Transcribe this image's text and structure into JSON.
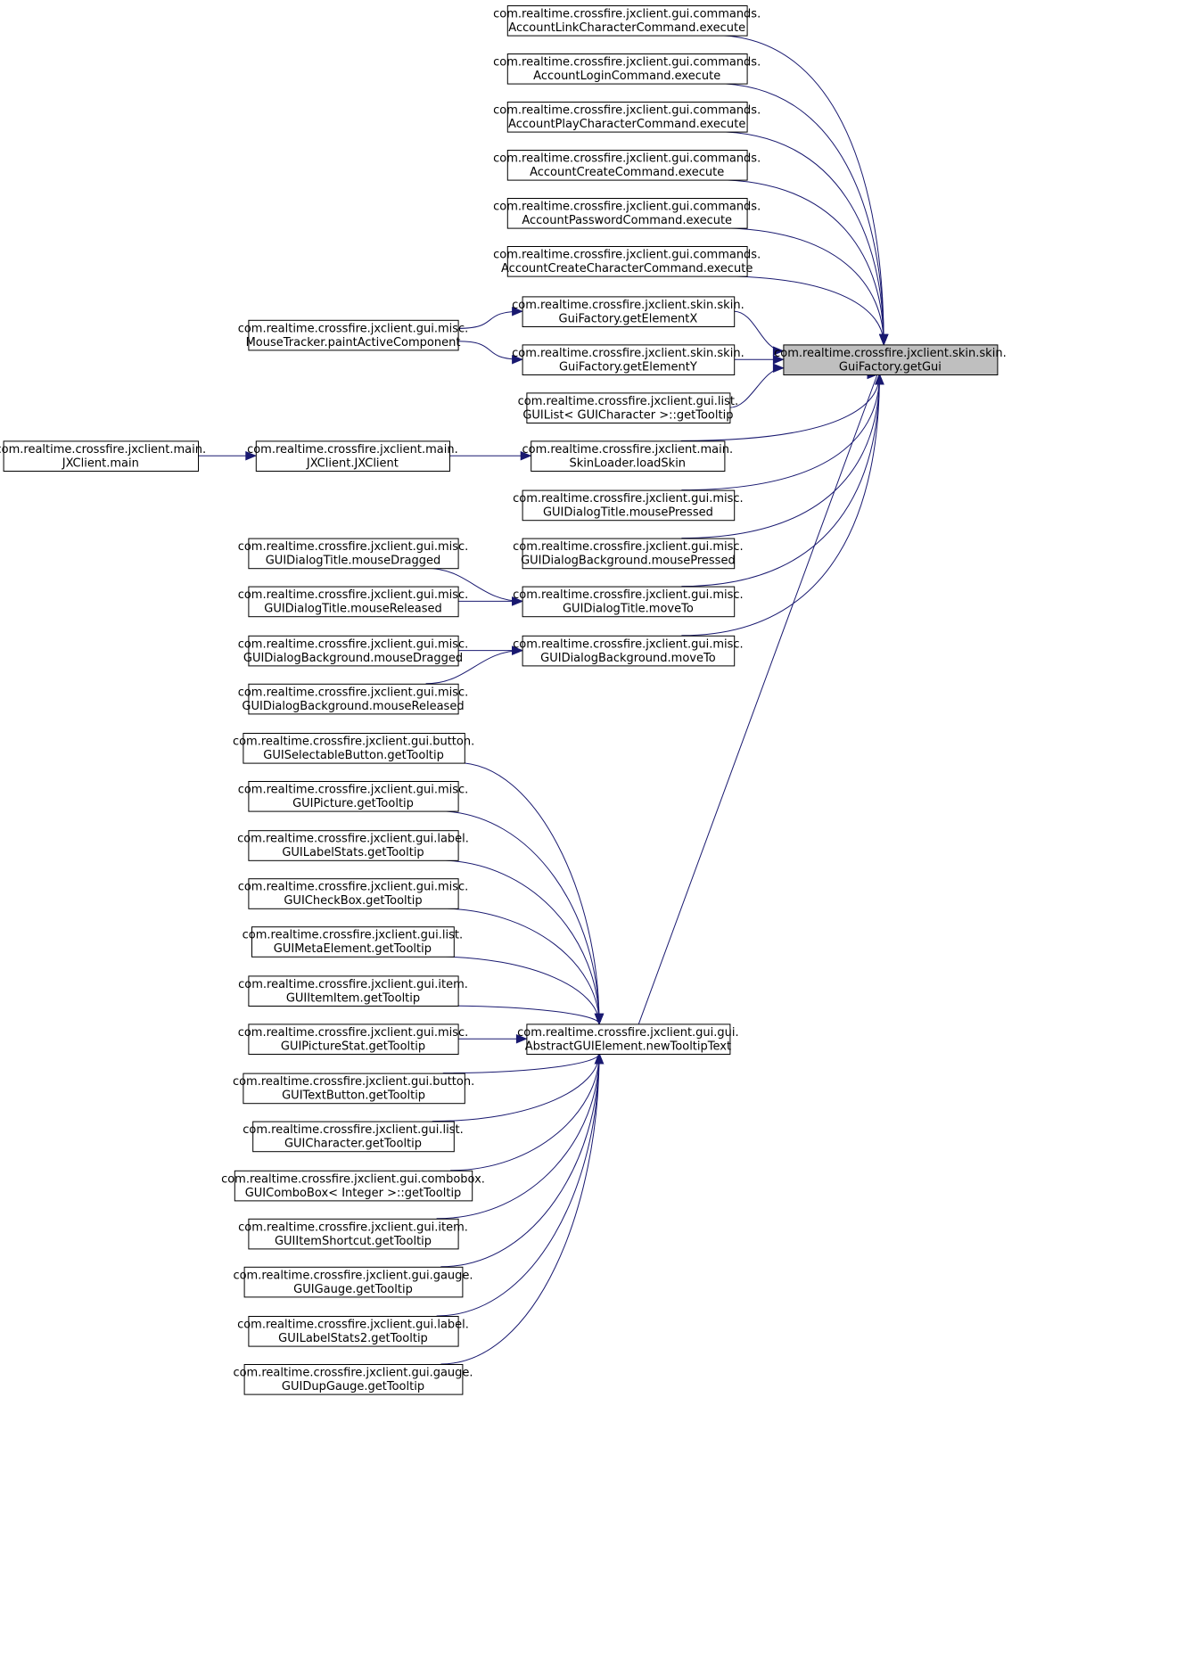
{
  "diagram": {
    "kind": "call-graph",
    "direction": "right-to-left",
    "colors": {
      "edge": "#191970",
      "node_border": "#000000",
      "node_fill": "#ffffff",
      "focus_fill": "#bfbfbf"
    },
    "nodes": [
      {
        "id": "n0",
        "lines": [
          "com.realtime.crossfire.jxclient.skin.skin.",
          "GuiFactory.getGui"
        ],
        "focus": true
      },
      {
        "id": "n1",
        "lines": [
          "com.realtime.crossfire.jxclient.gui.commands.",
          "AccountLinkCharacterCommand.execute"
        ]
      },
      {
        "id": "n2",
        "lines": [
          "com.realtime.crossfire.jxclient.gui.commands.",
          "AccountLoginCommand.execute"
        ]
      },
      {
        "id": "n3",
        "lines": [
          "com.realtime.crossfire.jxclient.gui.commands.",
          "AccountPlayCharacterCommand.execute"
        ]
      },
      {
        "id": "n4",
        "lines": [
          "com.realtime.crossfire.jxclient.gui.commands.",
          "AccountCreateCommand.execute"
        ]
      },
      {
        "id": "n5",
        "lines": [
          "com.realtime.crossfire.jxclient.gui.commands.",
          "AccountPasswordCommand.execute"
        ]
      },
      {
        "id": "n6",
        "lines": [
          "com.realtime.crossfire.jxclient.gui.commands.",
          "AccountCreateCharacterCommand.execute"
        ]
      },
      {
        "id": "n7",
        "lines": [
          "com.realtime.crossfire.jxclient.skin.skin.",
          "GuiFactory.getElementX"
        ]
      },
      {
        "id": "n8",
        "lines": [
          "com.realtime.crossfire.jxclient.skin.skin.",
          "GuiFactory.getElementY"
        ]
      },
      {
        "id": "n9",
        "lines": [
          "com.realtime.crossfire.jxclient.gui.list.",
          "GUIList< GUICharacter >::getTooltip"
        ]
      },
      {
        "id": "n10",
        "lines": [
          "com.realtime.crossfire.jxclient.main.",
          "SkinLoader.loadSkin"
        ]
      },
      {
        "id": "n11",
        "lines": [
          "com.realtime.crossfire.jxclient.gui.misc.",
          "GUIDialogTitle.mousePressed"
        ]
      },
      {
        "id": "n12",
        "lines": [
          "com.realtime.crossfire.jxclient.gui.misc.",
          "GUIDialogBackground.mousePressed"
        ]
      },
      {
        "id": "n13",
        "lines": [
          "com.realtime.crossfire.jxclient.gui.misc.",
          "GUIDialogTitle.moveTo"
        ]
      },
      {
        "id": "n14",
        "lines": [
          "com.realtime.crossfire.jxclient.gui.misc.",
          "GUIDialogBackground.moveTo"
        ]
      },
      {
        "id": "n15",
        "lines": [
          "com.realtime.crossfire.jxclient.gui.gui.",
          "AbstractGUIElement.newTooltipText"
        ]
      },
      {
        "id": "n16",
        "lines": [
          "com.realtime.crossfire.jxclient.gui.misc.",
          "MouseTracker.paintActiveComponent"
        ]
      },
      {
        "id": "n17",
        "lines": [
          "com.realtime.crossfire.jxclient.main.",
          "JXClient.JXClient"
        ]
      },
      {
        "id": "n18",
        "lines": [
          "com.realtime.crossfire.jxclient.main.",
          "JXClient.main"
        ]
      },
      {
        "id": "n19",
        "lines": [
          "com.realtime.crossfire.jxclient.gui.misc.",
          "GUIDialogTitle.mouseDragged"
        ]
      },
      {
        "id": "n20",
        "lines": [
          "com.realtime.crossfire.jxclient.gui.misc.",
          "GUIDialogTitle.mouseReleased"
        ]
      },
      {
        "id": "n21",
        "lines": [
          "com.realtime.crossfire.jxclient.gui.misc.",
          "GUIDialogBackground.mouseDragged"
        ]
      },
      {
        "id": "n22",
        "lines": [
          "com.realtime.crossfire.jxclient.gui.misc.",
          "GUIDialogBackground.mouseReleased"
        ]
      },
      {
        "id": "n23",
        "lines": [
          "com.realtime.crossfire.jxclient.gui.button.",
          "GUISelectableButton.getTooltip"
        ]
      },
      {
        "id": "n24",
        "lines": [
          "com.realtime.crossfire.jxclient.gui.misc.",
          "GUIPicture.getTooltip"
        ]
      },
      {
        "id": "n25",
        "lines": [
          "com.realtime.crossfire.jxclient.gui.label.",
          "GUILabelStats.getTooltip"
        ]
      },
      {
        "id": "n26",
        "lines": [
          "com.realtime.crossfire.jxclient.gui.misc.",
          "GUICheckBox.getTooltip"
        ]
      },
      {
        "id": "n27",
        "lines": [
          "com.realtime.crossfire.jxclient.gui.list.",
          "GUIMetaElement.getTooltip"
        ]
      },
      {
        "id": "n28",
        "lines": [
          "com.realtime.crossfire.jxclient.gui.item.",
          "GUIItemItem.getTooltip"
        ]
      },
      {
        "id": "n29",
        "lines": [
          "com.realtime.crossfire.jxclient.gui.misc.",
          "GUIPictureStat.getTooltip"
        ]
      },
      {
        "id": "n30",
        "lines": [
          "com.realtime.crossfire.jxclient.gui.button.",
          "GUITextButton.getTooltip"
        ]
      },
      {
        "id": "n31",
        "lines": [
          "com.realtime.crossfire.jxclient.gui.list.",
          "GUICharacter.getTooltip"
        ]
      },
      {
        "id": "n32",
        "lines": [
          "com.realtime.crossfire.jxclient.gui.combobox.",
          "GUIComboBox< Integer >::getTooltip"
        ]
      },
      {
        "id": "n33",
        "lines": [
          "com.realtime.crossfire.jxclient.gui.item.",
          "GUIItemShortcut.getTooltip"
        ]
      },
      {
        "id": "n34",
        "lines": [
          "com.realtime.crossfire.jxclient.gui.gauge.",
          "GUIGauge.getTooltip"
        ]
      },
      {
        "id": "n35",
        "lines": [
          "com.realtime.crossfire.jxclient.gui.label.",
          "GUILabelStats2.getTooltip"
        ]
      },
      {
        "id": "n36",
        "lines": [
          "com.realtime.crossfire.jxclient.gui.gauge.",
          "GUIDupGauge.getTooltip"
        ]
      }
    ],
    "edges": [
      {
        "from": "n1",
        "to": "n0"
      },
      {
        "from": "n2",
        "to": "n0"
      },
      {
        "from": "n3",
        "to": "n0"
      },
      {
        "from": "n4",
        "to": "n0"
      },
      {
        "from": "n5",
        "to": "n0"
      },
      {
        "from": "n6",
        "to": "n0"
      },
      {
        "from": "n7",
        "to": "n0"
      },
      {
        "from": "n8",
        "to": "n0"
      },
      {
        "from": "n9",
        "to": "n0"
      },
      {
        "from": "n10",
        "to": "n0"
      },
      {
        "from": "n11",
        "to": "n0"
      },
      {
        "from": "n12",
        "to": "n0"
      },
      {
        "from": "n13",
        "to": "n0"
      },
      {
        "from": "n14",
        "to": "n0"
      },
      {
        "from": "n15",
        "to": "n0"
      },
      {
        "from": "n16",
        "to": "n7"
      },
      {
        "from": "n16",
        "to": "n8"
      },
      {
        "from": "n17",
        "to": "n10"
      },
      {
        "from": "n18",
        "to": "n17"
      },
      {
        "from": "n19",
        "to": "n13"
      },
      {
        "from": "n20",
        "to": "n13"
      },
      {
        "from": "n21",
        "to": "n14"
      },
      {
        "from": "n22",
        "to": "n14"
      },
      {
        "from": "n23",
        "to": "n15"
      },
      {
        "from": "n24",
        "to": "n15"
      },
      {
        "from": "n25",
        "to": "n15"
      },
      {
        "from": "n26",
        "to": "n15"
      },
      {
        "from": "n27",
        "to": "n15"
      },
      {
        "from": "n28",
        "to": "n15"
      },
      {
        "from": "n29",
        "to": "n15"
      },
      {
        "from": "n30",
        "to": "n15"
      },
      {
        "from": "n31",
        "to": "n15"
      },
      {
        "from": "n32",
        "to": "n15"
      },
      {
        "from": "n33",
        "to": "n15"
      },
      {
        "from": "n34",
        "to": "n15"
      },
      {
        "from": "n35",
        "to": "n15"
      },
      {
        "from": "n36",
        "to": "n15"
      }
    ]
  }
}
